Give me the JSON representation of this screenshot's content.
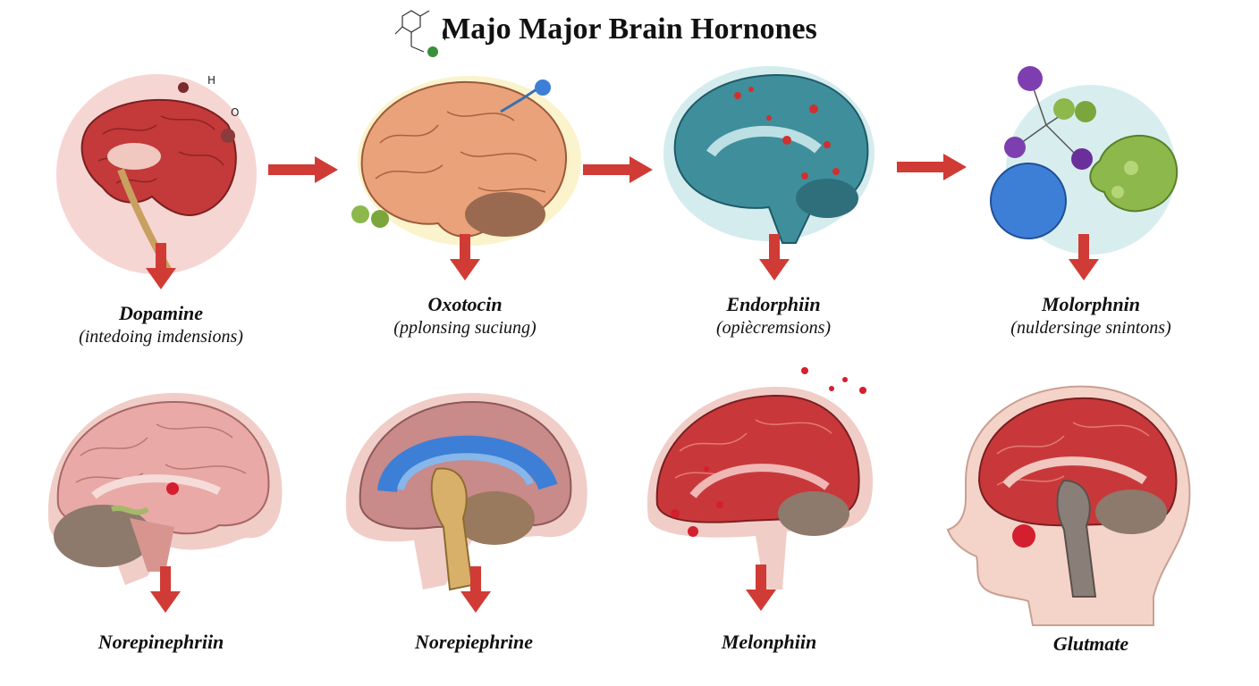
{
  "title": "Majo Major Brain Hornones",
  "colors": {
    "arrow": "#d13b35",
    "brain_pink": "#e9a9a6",
    "brain_red": "#c8383a",
    "brain_tan": "#e9a27a",
    "brain_teal": "#3f8e9c",
    "blue": "#3d7fd6",
    "green": "#8cb84c",
    "purple": "#7d3fb0"
  },
  "top_row": [
    {
      "name": "Dopamine",
      "sub": "(intedoing imdensions)"
    },
    {
      "name": "Oxotocin",
      "sub": "(pplonsing suciung)"
    },
    {
      "name": "Endorphiin",
      "sub": "(opiècremsions)"
    },
    {
      "name": "Molorphnin",
      "sub": "(nuldersinge snintons)"
    }
  ],
  "bottom_row": [
    {
      "name": "Norepinephriin"
    },
    {
      "name": "Norepiephrine"
    },
    {
      "name": "Melonphiin"
    },
    {
      "name": "Glutmate"
    }
  ],
  "icons": {
    "arrow_right": "arrow-right-icon",
    "arrow_down": "arrow-down-icon",
    "molecule": "molecule-icon"
  }
}
